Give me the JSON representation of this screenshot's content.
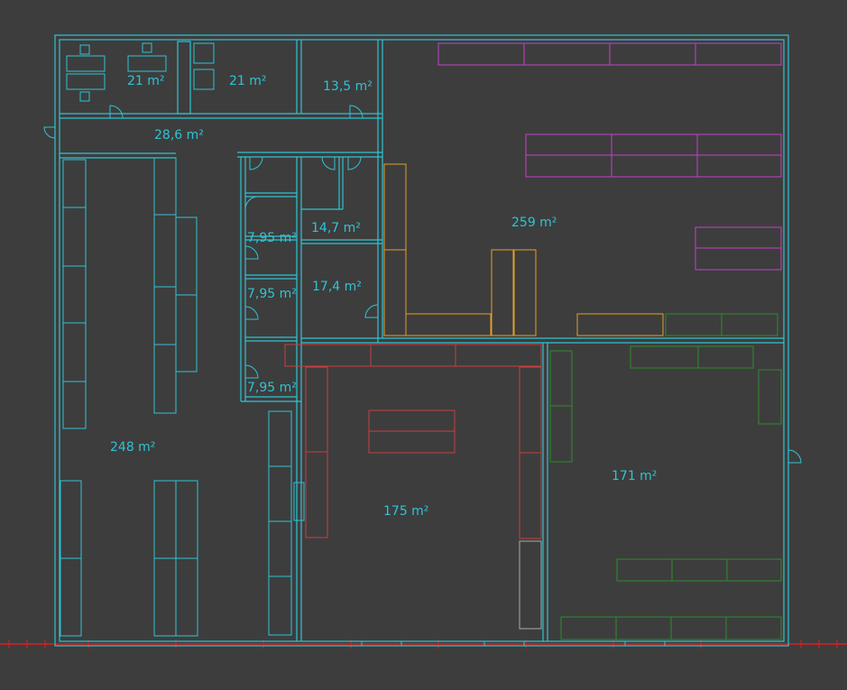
{
  "colors": {
    "background": "#3d3d3d",
    "wall": "#2ec4d4",
    "room_label": "#2ec4d4",
    "furniture_magenta": "#c63fc9",
    "furniture_orange": "#e0a030",
    "furniture_red": "#c84040",
    "furniture_green": "#2e8a2e",
    "ruler": "#d62020"
  },
  "rooms": {
    "r1": "21 m²",
    "r2": "21 m²",
    "r3": "13,5 m²",
    "r4": "28,6 m²",
    "r5": "259 m²",
    "r6": "14,7 m²",
    "r7": "7,95 m²",
    "r8": "17,4 m²",
    "r9": "7,95 m²",
    "r10": "7,95 m²",
    "r11": "248 m²",
    "r12": "175 m²",
    "r13": "171 m²"
  }
}
